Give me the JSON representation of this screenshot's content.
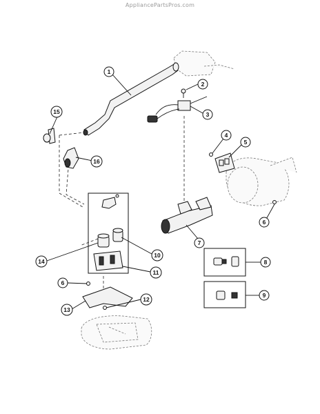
{
  "watermark": "AppliancePartsPros.com",
  "callouts": {
    "c1": "1",
    "c2": "2",
    "c3": "3",
    "c4": "4",
    "c5": "5",
    "c6": "6",
    "c6b": "6",
    "c7": "7",
    "c8": "8",
    "c9": "9",
    "c10": "10",
    "c11": "11",
    "c12": "12",
    "c13": "13",
    "c14": "14",
    "c15": "15",
    "c16": "16"
  }
}
